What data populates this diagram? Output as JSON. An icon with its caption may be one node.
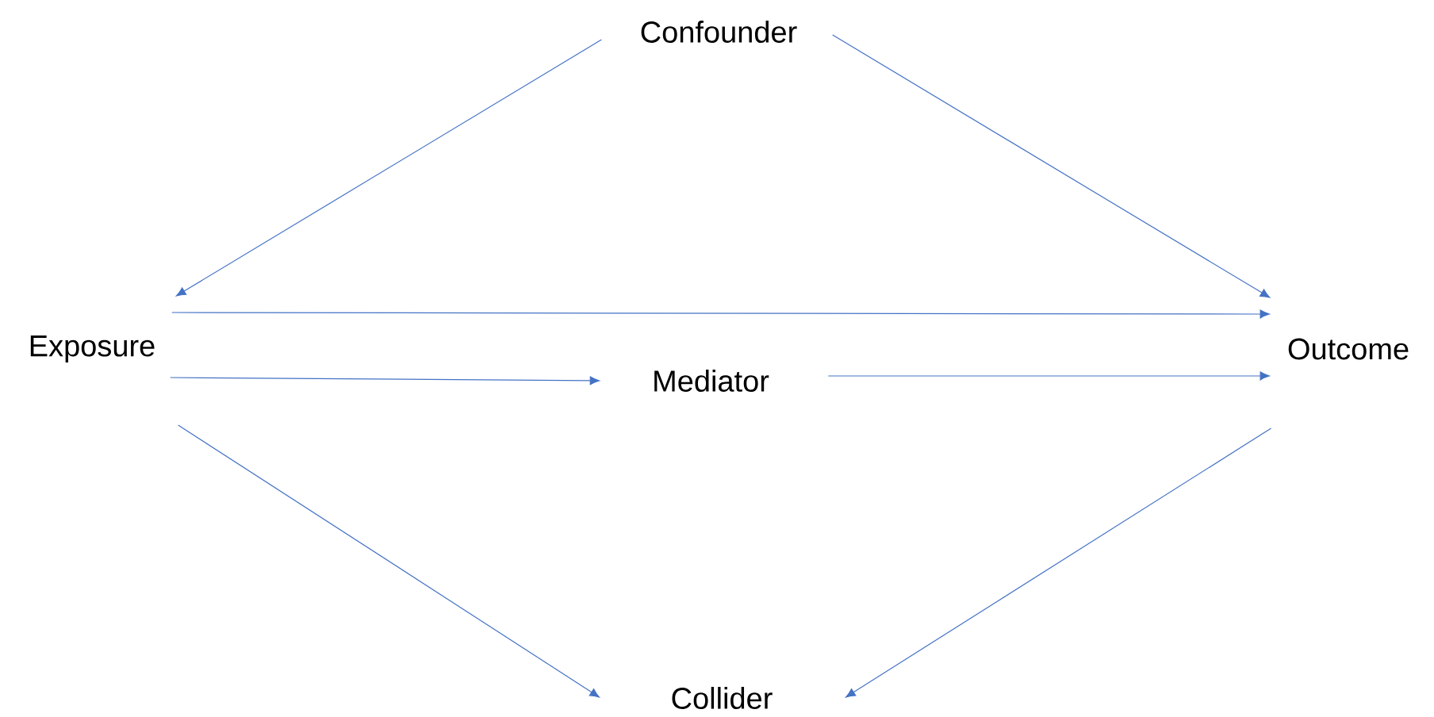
{
  "diagram": {
    "nodes": [
      {
        "text": [
          "Confounder"
        ]
      },
      {
        "text": [
          "Exposure"
        ]
      },
      {
        "text": [
          "Mediator"
        ]
      },
      {
        "text": [
          "Outcome"
        ]
      },
      {
        "text": [
          "Collider"
        ]
      }
    ],
    "edges": [
      {
        "from": 0,
        "to": 1,
        "arrow": "to"
      },
      {
        "from": 0,
        "to": 3,
        "arrow": "to"
      },
      {
        "from": 1,
        "to": 3,
        "arrow": "to"
      },
      {
        "from": 1,
        "to": 2,
        "arrow": "to"
      },
      {
        "from": 2,
        "to": 3,
        "arrow": "to"
      },
      {
        "from": 1,
        "to": 4,
        "arrow": "to"
      },
      {
        "from": 3,
        "to": 4,
        "arrow": "to"
      }
    ]
  }
}
